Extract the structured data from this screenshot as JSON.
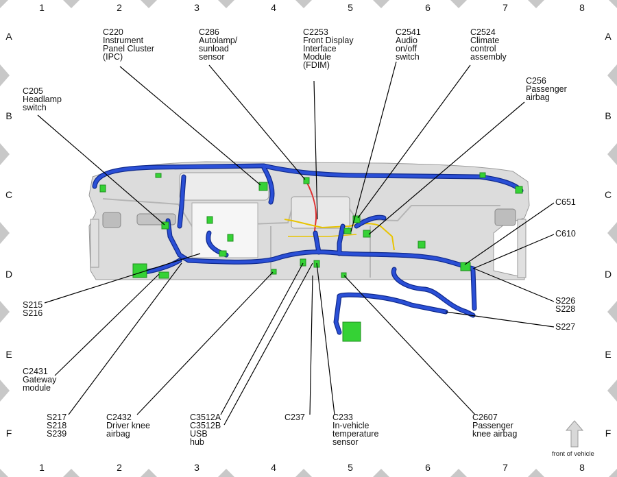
{
  "grid": {
    "columns": [
      "1",
      "2",
      "3",
      "4",
      "5",
      "6",
      "7",
      "8"
    ],
    "rows": [
      "A",
      "B",
      "C",
      "D",
      "E",
      "F"
    ]
  },
  "colors": {
    "harness": "#2a4fd6",
    "harness_outline": "#102a8c",
    "connector": "#35d235",
    "connector_dark": "#1f8f1f",
    "red_wire": "#e03030",
    "yellow_wire": "#e8c400",
    "dash_body": "#c9c9c9",
    "leader": "#000000"
  },
  "callouts": {
    "c220": "C220\nInstrument\nPanel Cluster\n(IPC)",
    "c286": "C286\nAutolamp/\nsunload\nsensor",
    "c2253": "C2253\nFront Display\nInterface\nModule\n(FDIM)",
    "c2541": "C2541\nAudio\non/off\nswitch",
    "c2524": "C2524\nClimate\ncontrol\nassembly",
    "c205": "C205\nHeadlamp\nswitch",
    "c256": "C256\nPassenger\nairbag",
    "c651": "C651",
    "c610": "C610",
    "s215": "S215\nS216",
    "s226": "S226\nS228",
    "s227": "S227",
    "c2431": "C2431\nGateway\nmodule",
    "s217": "S217\nS218\nS239",
    "c2432": "C2432\nDriver knee\nairbag",
    "c3512": "C3512A\nC3512B\nUSB\nhub",
    "c237": "C237",
    "c233": "C233\nIn-vehicle\ntemperature\nsensor",
    "c2607": "C2607\nPassenger\nknee airbag"
  },
  "front_of_vehicle": "front of vehicle",
  "arrow_icon": "up-arrow-icon"
}
